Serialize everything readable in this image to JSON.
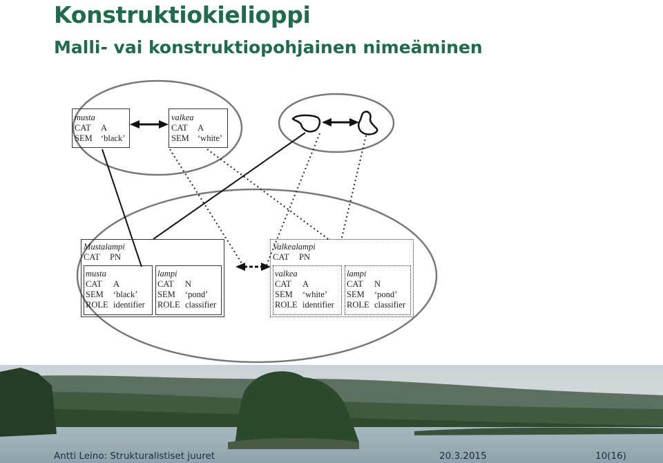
{
  "slide": {
    "title": "Konstruktiokielioppi",
    "subtitle": "Malli- vai konstruktiopohjainen nimeäminen"
  },
  "diagram": {
    "top_left": {
      "musta": {
        "head": "musta",
        "rows": [
          {
            "attr": "CAT",
            "value": "A"
          },
          {
            "attr": "SEM",
            "value": "‘black’"
          }
        ]
      },
      "valkea": {
        "head": "valkea",
        "rows": [
          {
            "attr": "CAT",
            "value": "A"
          },
          {
            "attr": "SEM",
            "value": "‘white’"
          }
        ]
      }
    },
    "mustalampi": {
      "head": "Mustalampi",
      "rows": [
        {
          "attr": "CAT",
          "value": "PN"
        }
      ],
      "parts": [
        {
          "head": "musta",
          "rows": [
            {
              "attr": "CAT",
              "value": "A"
            },
            {
              "attr": "SEM",
              "value": "‘black’"
            },
            {
              "attr": "ROLE",
              "value": "identifier"
            }
          ]
        },
        {
          "head": "lampi",
          "rows": [
            {
              "attr": "CAT",
              "value": "N"
            },
            {
              "attr": "SEM",
              "value": "‘pond’"
            },
            {
              "attr": "ROLE",
              "value": "classifier"
            }
          ]
        }
      ]
    },
    "valkealampi": {
      "head": "Valkealampi",
      "rows": [
        {
          "attr": "CAT",
          "value": "PN"
        }
      ],
      "parts": [
        {
          "head": "valkea",
          "rows": [
            {
              "attr": "CAT",
              "value": "A"
            },
            {
              "attr": "SEM",
              "value": "‘white’"
            },
            {
              "attr": "ROLE",
              "value": "identifier"
            }
          ]
        },
        {
          "head": "lampi",
          "rows": [
            {
              "attr": "CAT",
              "value": "N"
            },
            {
              "attr": "SEM",
              "value": "‘pond’"
            },
            {
              "attr": "ROLE",
              "value": "classifier"
            }
          ]
        }
      ]
    }
  },
  "footer": {
    "author": "Antti Leino: Strukturalistiset juuret",
    "date": "20.3.2015",
    "page": "10(16)"
  }
}
